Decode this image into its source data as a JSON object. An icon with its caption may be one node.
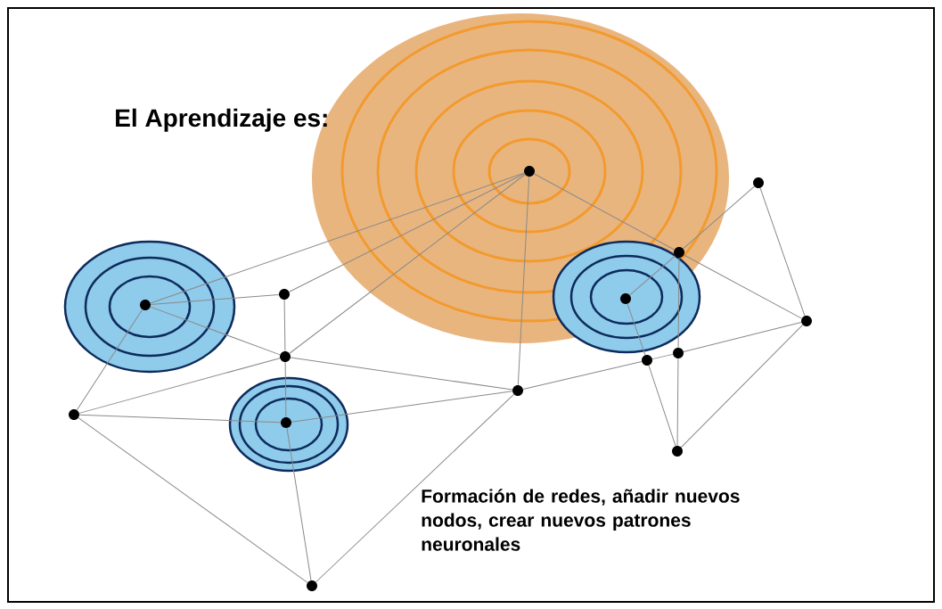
{
  "diagram": {
    "title": "El Aprendizaje es:",
    "caption": "Formación de redes, añadir nuevos nodos, crear nuevos patrones neuronales",
    "nodes": [
      {
        "text": [],
        "shape": "circle"
      },
      {
        "text": [],
        "shape": "circle"
      },
      {
        "text": [],
        "shape": "circle"
      },
      {
        "text": [],
        "shape": "circle"
      },
      {
        "text": [],
        "shape": "circle"
      },
      {
        "text": [],
        "shape": "circle"
      },
      {
        "text": [],
        "shape": "circle"
      },
      {
        "text": [],
        "shape": "circle"
      },
      {
        "text": [],
        "shape": "circle"
      },
      {
        "text": [],
        "shape": "circle"
      },
      {
        "text": [],
        "shape": "circle"
      },
      {
        "text": [],
        "shape": "circle"
      },
      {
        "text": [],
        "shape": "circle"
      },
      {
        "text": [],
        "shape": "circle"
      },
      {
        "text": [],
        "shape": "circle"
      }
    ],
    "edges": [
      {
        "from": 7,
        "to": 1,
        "arrow": "none"
      },
      {
        "from": 7,
        "to": 2,
        "arrow": "none"
      },
      {
        "from": 7,
        "to": 3,
        "arrow": "none"
      },
      {
        "from": 7,
        "to": 6,
        "arrow": "none"
      },
      {
        "from": 7,
        "to": 10,
        "arrow": "none"
      },
      {
        "from": 1,
        "to": 2,
        "arrow": "none"
      },
      {
        "from": 1,
        "to": 3,
        "arrow": "none"
      },
      {
        "from": 1,
        "to": 0,
        "arrow": "none"
      },
      {
        "from": 2,
        "to": 3,
        "arrow": "none"
      },
      {
        "from": 3,
        "to": 0,
        "arrow": "none"
      },
      {
        "from": 3,
        "to": 6,
        "arrow": "none"
      },
      {
        "from": 3,
        "to": 4,
        "arrow": "none"
      },
      {
        "from": 0,
        "to": 4,
        "arrow": "none"
      },
      {
        "from": 0,
        "to": 5,
        "arrow": "none"
      },
      {
        "from": 4,
        "to": 6,
        "arrow": "none"
      },
      {
        "from": 4,
        "to": 5,
        "arrow": "none"
      },
      {
        "from": 6,
        "to": 5,
        "arrow": "none"
      },
      {
        "from": 6,
        "to": 9,
        "arrow": "none"
      },
      {
        "from": 9,
        "to": 11,
        "arrow": "none"
      },
      {
        "from": 11,
        "to": 14,
        "arrow": "none"
      },
      {
        "from": 8,
        "to": 10,
        "arrow": "none"
      },
      {
        "from": 10,
        "to": 13,
        "arrow": "none"
      },
      {
        "from": 13,
        "to": 14,
        "arrow": "none"
      },
      {
        "from": 10,
        "to": 14,
        "arrow": "none"
      },
      {
        "from": 10,
        "to": 11,
        "arrow": "none"
      },
      {
        "from": 8,
        "to": 9,
        "arrow": "none"
      },
      {
        "from": 9,
        "to": 12,
        "arrow": "none"
      },
      {
        "from": 11,
        "to": 12,
        "arrow": "none"
      },
      {
        "from": 14,
        "to": 12,
        "arrow": "none"
      }
    ]
  }
}
